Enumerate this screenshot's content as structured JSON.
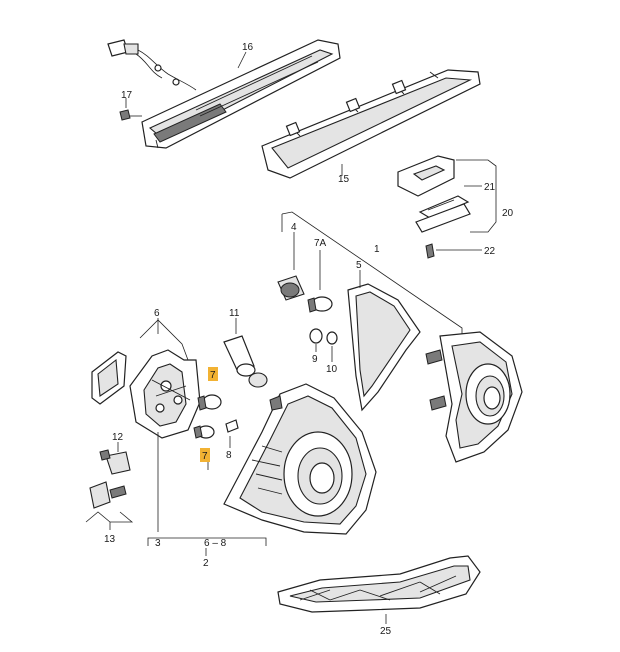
{
  "diagram": {
    "labels": {
      "p1": "1",
      "p2": "2",
      "p3": "3",
      "p4": "4",
      "p5": "5",
      "p6": "6",
      "p6_8": "6 – 8",
      "p7a": "7A",
      "p7_upper": "7",
      "p7_lower": "7",
      "p8": "8",
      "p9": "9",
      "p10": "10",
      "p11": "11",
      "p12": "12",
      "p13": "13",
      "p15": "15",
      "p16": "16",
      "p17": "17",
      "p20": "20",
      "p21": "21",
      "p22": "22",
      "p25": "25"
    },
    "highlight_color": "#f2b233"
  }
}
